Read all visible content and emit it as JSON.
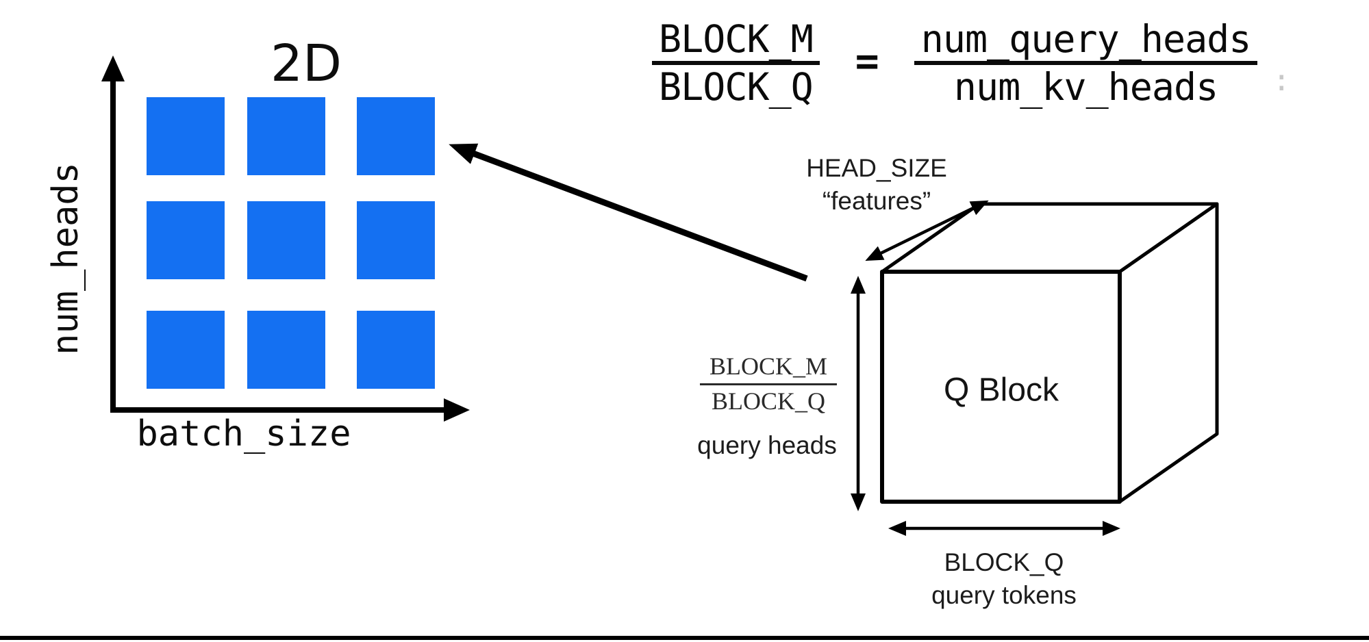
{
  "diagram": {
    "grid_plot": {
      "title": "2D",
      "y_axis_label": "num_heads",
      "x_axis_label": "batch_size",
      "rows": 3,
      "cols": 3,
      "cell_color": "#1470F2"
    },
    "equation": {
      "lhs_numerator": "BLOCK_M",
      "lhs_denominator": "BLOCK_Q",
      "equals_sign": "=",
      "rhs_numerator": "num_query_heads",
      "rhs_denominator": "num_kv_heads",
      "stray_mark": ":"
    },
    "cube": {
      "face_label": "Q Block",
      "depth_dimension_line1": "HEAD_SIZE",
      "depth_dimension_line2": "“features”",
      "height_dimension_numerator": "BLOCK_M",
      "height_dimension_denominator": "BLOCK_Q",
      "height_dimension_caption": "query heads",
      "width_dimension_label": "BLOCK_Q",
      "width_dimension_caption": "query tokens"
    },
    "ink_color": "#000000"
  }
}
